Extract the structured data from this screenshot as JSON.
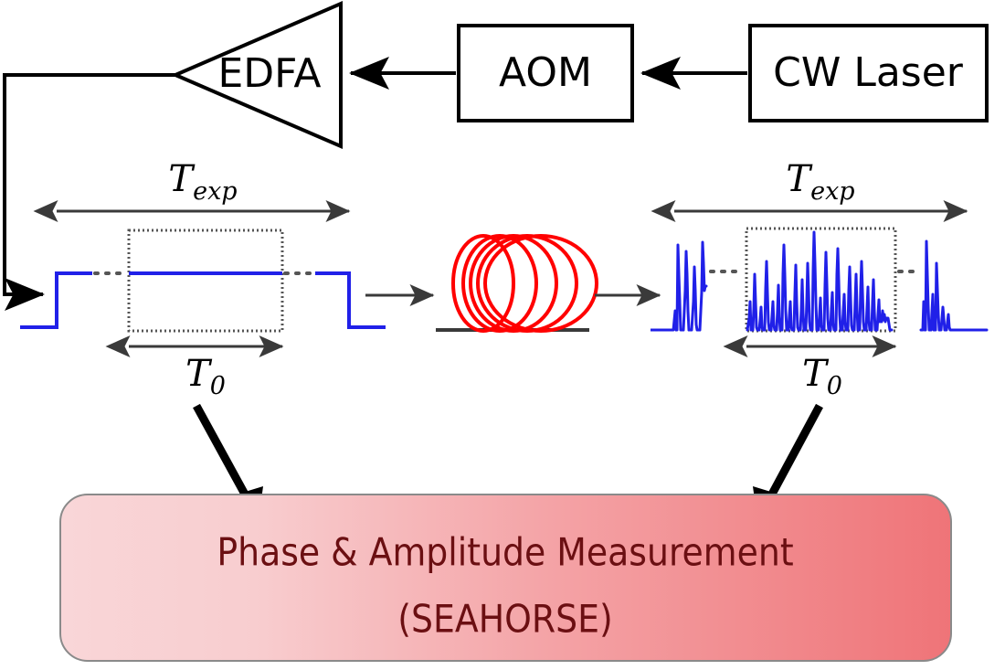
{
  "figure": {
    "name": "seahorse-experimental-setup",
    "background_color": "#ffffff"
  },
  "source_chain": {
    "blocks": [
      {
        "id": "cw-laser",
        "label": "CW Laser",
        "shape": "rectangle"
      },
      {
        "id": "aom",
        "label": "AOM",
        "shape": "rectangle"
      },
      {
        "id": "edfa",
        "label": "EDFA",
        "shape": "triangle"
      }
    ],
    "flow_direction": "right-to-left",
    "connector_arrows": 2
  },
  "signal_path": {
    "input_pulse": {
      "name": "square-pulse-trace",
      "color": "#2020e8",
      "description": "flat-top square pulse with ellipsis breaks",
      "t_exp_label": {
        "base": "T",
        "sub": "exp"
      },
      "t0_label": {
        "base": "T",
        "sub": "0"
      }
    },
    "fiber_coil": {
      "name": "fiber-coil",
      "color": "#ff0000",
      "loops": 5,
      "base_line_color": "#3a3a3a"
    },
    "output_pulse": {
      "name": "noisy-pulse-trace",
      "color": "#2020e8",
      "description": "chaotic multi-spike noise burst with ellipsis breaks",
      "t_exp_label": {
        "base": "T",
        "sub": "exp"
      },
      "t0_label": {
        "base": "T",
        "sub": "0"
      }
    }
  },
  "measurement_box": {
    "name": "phase-amplitude-measurement-box",
    "line1": "Phase & Amplitude Measurement",
    "line2": "(SEAHORSE)",
    "text_color": "#6b0f12",
    "gradient_start": "#f9d6d8",
    "gradient_end": "#ef7478",
    "border_color": "#8a8a8a"
  },
  "chart_data": {
    "type": "line",
    "title": "",
    "xlabel": "",
    "ylabel": "",
    "grid": false,
    "legend": "none",
    "series": [
      {
        "name": "input-square-pulse",
        "color": "#2020e8",
        "comment": "normalized unit square pulse; 0 = baseline, 1 = flat top",
        "x": [
          0,
          0.035,
          0.035,
          0.2,
          0.32,
          0.68,
          0.8,
          0.965,
          0.965,
          1.0
        ],
        "y": [
          0,
          0,
          1,
          1,
          1,
          1,
          1,
          1,
          0,
          0
        ]
      },
      {
        "name": "output-noise-burst",
        "color": "#2020e8",
        "comment": "chaotic spike train amplitudes sampled across the burst, 0-1 normalized",
        "values": [
          0.0,
          0.95,
          0.78,
          0.55,
          0.92,
          0.2,
          0.0,
          0.3,
          0.62,
          0.18,
          0.25,
          0.55,
          0.12,
          0.7,
          0.35,
          0.15,
          0.48,
          0.85,
          0.22,
          0.4,
          1.0,
          0.3,
          0.18,
          0.8,
          0.26,
          0.12,
          0.34,
          0.64,
          0.52,
          0.22,
          0.58,
          0.4,
          0.16,
          0.28,
          0.1,
          0.0,
          0.9,
          0.28,
          0.45,
          0.7,
          0.2,
          0.12,
          0.0
        ]
      }
    ],
    "annotations": [
      {
        "name": "t-exp-left",
        "text": "T_exp",
        "target": "input-square-pulse"
      },
      {
        "name": "t0-left",
        "text": "T_0",
        "target": "input-square-pulse"
      },
      {
        "name": "t-exp-right",
        "text": "T_exp",
        "target": "output-noise-burst"
      },
      {
        "name": "t0-right",
        "text": "T_0",
        "target": "output-noise-burst"
      }
    ]
  }
}
